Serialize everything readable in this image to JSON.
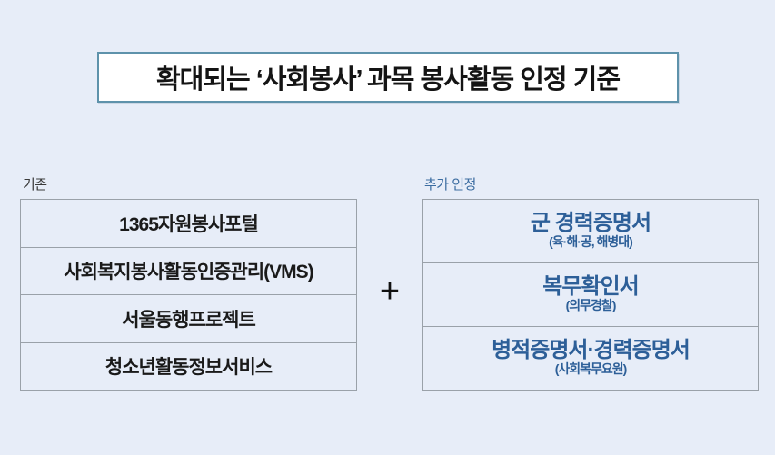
{
  "title": "확대되는 ‘사회봉사’ 과목 봉사활동 인정 기준",
  "plus": "+",
  "legacy": {
    "label": "기존",
    "items": [
      "1365자원봉사포털",
      "사회복지봉사활동인증관리(VMS)",
      "서울동행프로젝트",
      "청소년활동정보서비스"
    ]
  },
  "additional": {
    "label": "추가 인정",
    "items": [
      {
        "main": "군 경력증명서",
        "sub": "(육·해·공, 해병대)"
      },
      {
        "main": "복무확인서",
        "sub": "(의무경찰)"
      },
      {
        "main": "병적증명서·경력증명서",
        "sub": "(사회복무요원)"
      }
    ]
  },
  "colors": {
    "page_background": "#e7edf8",
    "title_border": "#5e92ab",
    "title_text": "#141414",
    "list_border": "#9aa1a9",
    "legacy_text": "#1a1a1a",
    "additional_text": "#2d5f98",
    "additional_label": "#3c6da1"
  }
}
